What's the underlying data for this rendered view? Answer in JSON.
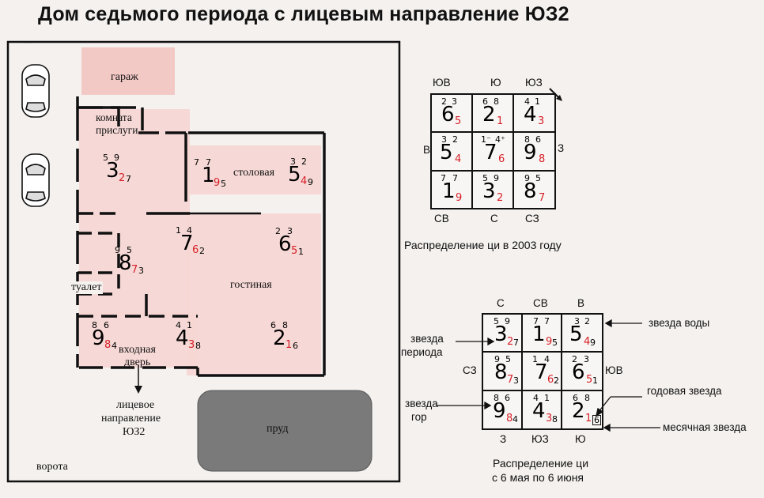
{
  "title": "Дом седьмого периода с лицевым направление ЮЗ2",
  "background_text": [
    "...",
    "",
    "",
    "",
    "",
    "",
    "",
    "",
    "",
    "",
    "",
    "",
    "",
    "",
    "",
    "",
    "",
    "",
    "",
    "",
    "",
    "",
    "",
    ""
  ],
  "colors": {
    "red": "#d71f26",
    "pink_room": "#f3c9c6",
    "pond": "#777777",
    "ink": "#111111"
  },
  "plan": {
    "rooms": {
      "garage": "гараж",
      "servant_room_line1": "комната",
      "servant_room_line2": "прислуги",
      "dining": "столовая",
      "living": "гостиная",
      "toilet": "туалет",
      "entrance_line1": "входная",
      "entrance_line2": "дверь",
      "facing_line1": "лицевое",
      "facing_line2": "направление",
      "facing_line3": "ЮЗ2",
      "pond": "пруд",
      "gate": "ворота"
    },
    "cells": [
      {
        "a": "5",
        "b": "9",
        "main": "3",
        "red": "2",
        "sub": "7"
      },
      {
        "a": "7",
        "b": "7",
        "main": "1",
        "red": "9",
        "sub": "5"
      },
      {
        "a": "3",
        "b": "2",
        "main": "5",
        "red": "4",
        "sub": "9"
      },
      {
        "a": "1",
        "b": "4",
        "main": "7",
        "red": "6",
        "sub": "2"
      },
      {
        "a": "2",
        "b": "3",
        "main": "6",
        "red": "5",
        "sub": "1"
      },
      {
        "a": "9",
        "b": "5",
        "main": "8",
        "red": "7",
        "sub": "3"
      },
      {
        "a": "8",
        "b": "6",
        "main": "9",
        "red": "8",
        "sub": "4"
      },
      {
        "a": "4",
        "b": "1",
        "main": "4",
        "red": "3",
        "sub": "8"
      },
      {
        "a": "6",
        "b": "8",
        "main": "2",
        "red": "1",
        "sub": "6"
      }
    ]
  },
  "grid2003": {
    "top_labels": [
      "ЮВ",
      "Ю",
      "ЮЗ"
    ],
    "bottom_labels": [
      "СВ",
      "С",
      "СЗ"
    ],
    "left_label": "В",
    "right_label": "З",
    "caption": "Распределение ци в 2003 году",
    "cells": [
      {
        "a": "2",
        "b": "3",
        "main": "6",
        "red": "5"
      },
      {
        "a": "6",
        "b": "8",
        "main": "2",
        "red": "1"
      },
      {
        "a": "4",
        "b": "1",
        "main": "4",
        "red": "3"
      },
      {
        "a": "3",
        "b": "2",
        "main": "5",
        "red": "4"
      },
      {
        "a": "1⁻",
        "b": "4⁺",
        "main": "7",
        "red": "6"
      },
      {
        "a": "8",
        "b": "6",
        "main": "9",
        "red": "8"
      },
      {
        "a": "7",
        "b": "7",
        "main": "1",
        "red": "9"
      },
      {
        "a": "5",
        "b": "9",
        "main": "3",
        "red": "2"
      },
      {
        "a": "9",
        "b": "5",
        "main": "8",
        "red": "7"
      }
    ]
  },
  "grid_month": {
    "top_labels": [
      "С",
      "СВ",
      "В"
    ],
    "bottom_labels": [
      "З",
      "ЮЗ",
      "Ю"
    ],
    "left_label": "СЗ",
    "right_label": "ЮВ",
    "caption_line1": "Распределение ци",
    "caption_line2": "с 6 мая по 6 июня",
    "annotations": {
      "water_star": "звезда воды",
      "period_star_line1": "звезда",
      "period_star_line2": "периода",
      "annual_star": "годовая звезда",
      "mountain_star_line1": "звезда",
      "mountain_star_line2": "гор",
      "monthly_star": "месячная звезда"
    },
    "cells": [
      {
        "a": "5",
        "b": "9",
        "main": "3",
        "red": "2",
        "sub": "7"
      },
      {
        "a": "7",
        "b": "7",
        "main": "1",
        "red": "9",
        "sub": "5"
      },
      {
        "a": "3",
        "b": "2",
        "main": "5",
        "red": "4",
        "sub": "9"
      },
      {
        "a": "9",
        "b": "5",
        "main": "8",
        "red": "7",
        "sub": "3"
      },
      {
        "a": "1",
        "b": "4",
        "main": "7",
        "red": "6",
        "sub": "2"
      },
      {
        "a": "2",
        "b": "3",
        "main": "6",
        "red": "5",
        "sub": "1"
      },
      {
        "a": "8",
        "b": "6",
        "main": "9",
        "red": "8",
        "sub": "4"
      },
      {
        "a": "4",
        "b": "1",
        "main": "4",
        "red": "3",
        "sub": "8"
      },
      {
        "a": "6",
        "b": "8",
        "main": "2",
        "red": "1",
        "sub": "6"
      }
    ]
  }
}
